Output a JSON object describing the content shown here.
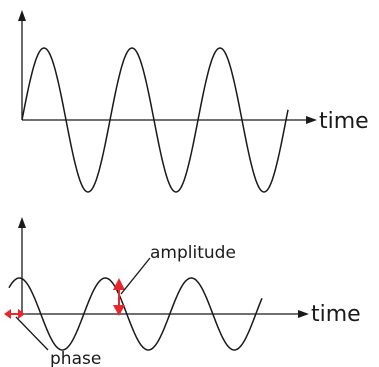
{
  "top_panel": {
    "x_axis_label": "time"
  },
  "bottom_panel": {
    "x_axis_label": "time",
    "amplitude_label": "amplitude",
    "phase_label": "phase"
  },
  "colors": {
    "axis": "#1a1a1a",
    "wave": "#1a1a1a",
    "marker": "#e8262c"
  }
}
